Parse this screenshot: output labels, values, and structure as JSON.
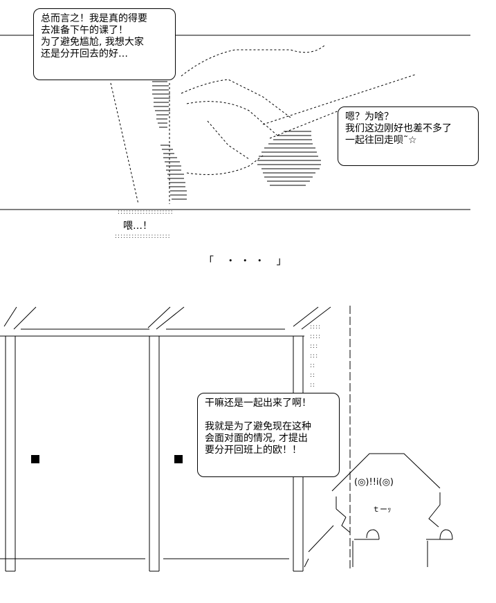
{
  "panel1": {
    "speech_left": {
      "lines": [
        "总而言之！我是真的得要",
        "去准备下午的课了！",
        "为了避免尴尬, 我想大家",
        "还是分开回去的好…"
      ]
    },
    "speech_right": {
      "lines": [
        "嗯？为啥？",
        "我们这边刚好也差不多了",
        "一起往回走呗˜☆"
      ]
    },
    "call_out": "喂…！",
    "ellipsis": "「 ・・・ 」"
  },
  "panel2": {
    "speech": {
      "lines": [
        "干嘛还是一起出来了啊！",
        "",
        "我就是为了避免现在这种",
        "会面对面的情况, 才提出",
        "要分开回班上的欧！！"
      ]
    },
    "face_eyes": "(◎)!!i(◎)",
    "face_mouth": "ｔーｯ"
  }
}
